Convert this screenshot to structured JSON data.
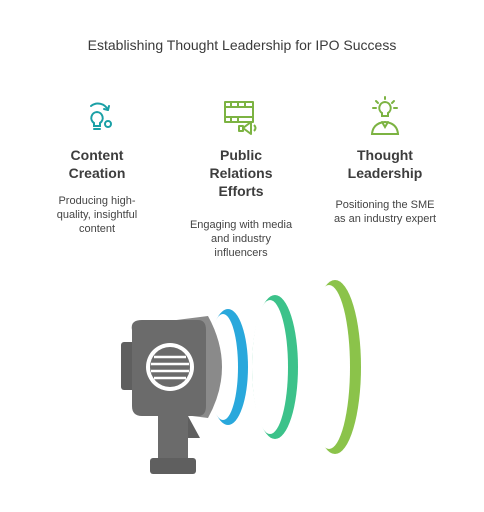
{
  "title": "Establishing Thought Leadership for IPO Success",
  "columns": [
    {
      "heading_lines": [
        "Content",
        "Creation"
      ],
      "desc_lines": [
        "Producing high-",
        "quality, insightful",
        "content"
      ],
      "icon": "lightbulb-idea-icon"
    },
    {
      "heading_lines": [
        "Public",
        "Relations",
        "Efforts"
      ],
      "desc_lines": [
        "Engaging with media",
        "and industry",
        "influencers"
      ],
      "icon": "film-megaphone-icon"
    },
    {
      "heading_lines": [
        "Thought",
        "Leadership"
      ],
      "desc_lines": [
        "Positioning the SME",
        "as an industry expert"
      ],
      "icon": "person-lightbulb-icon"
    }
  ],
  "colors": {
    "icon_teal": "#1aa0a6",
    "icon_green": "#7cb342",
    "megaphone_body": "#6b6b6b",
    "ring_blue": "#29a8dc",
    "ring_teal": "#3cc28a",
    "ring_green": "#8bc34a"
  }
}
